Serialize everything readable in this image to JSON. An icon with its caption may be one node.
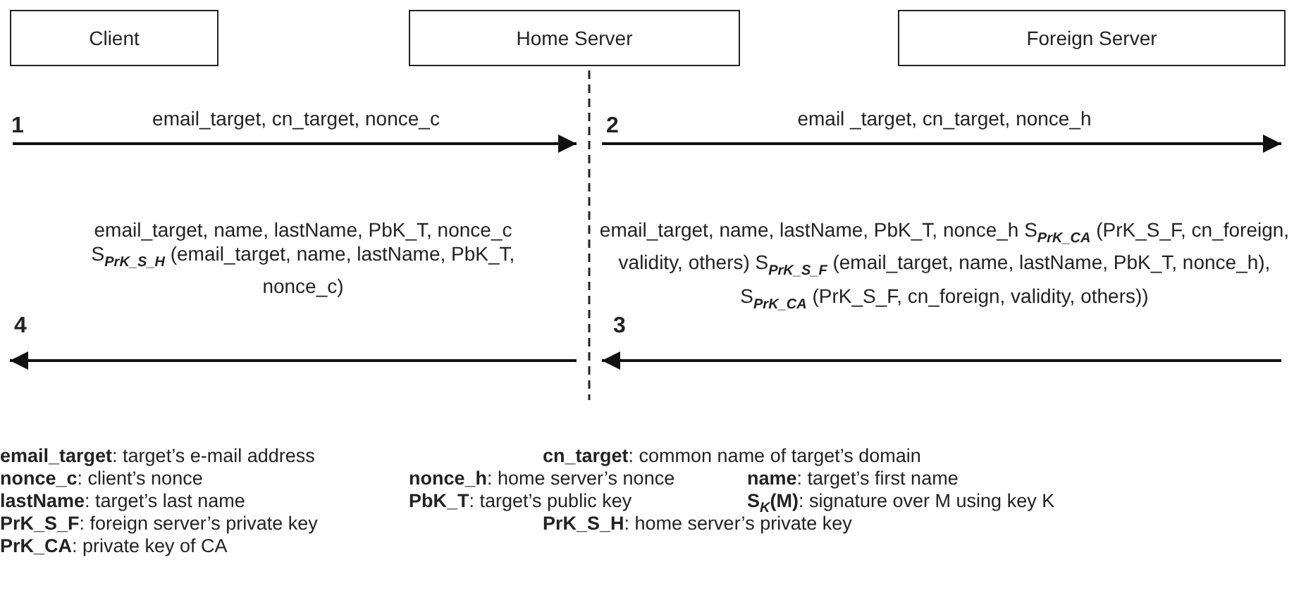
{
  "diagram": {
    "nodes": [
      {
        "text": [
          "Client"
        ]
      },
      {
        "text": [
          "Home Server"
        ]
      },
      {
        "text": [
          "Foreign Server"
        ]
      }
    ],
    "edges": [
      {
        "from": 0,
        "to": 1,
        "arrow": "to",
        "label": "email_target, cn_target, nonce_c"
      },
      {
        "from": 1,
        "to": 2,
        "arrow": "to",
        "label": "email _target, cn_target, nonce_h"
      },
      {
        "from": null,
        "to": 1,
        "arrow": "to",
        "label": "email_target, name, lastName, PbK_T, nonce_h S$_{PrK_CA}$ (PrK_S_F, cn_foreign, validity, others) S$_{PrK_S_F}$ (email_target, name, lastName, PbK_T, nonce_h), S$_{PrK_CA}$ (PrK_S_F, cn_foreign, validity, others))"
      },
      {
        "from": 1,
        "to": null,
        "arrow": "to",
        "label": "email_target, name, lastName, PbK_T, nonce_c S$_{PrK_S_H}$ (email_target, name, lastName, PbK_T, nonce_c)"
      }
    ],
    "labels": [
      "1",
      "2",
      "4",
      "3",
      "**email_target**: target’s e-mail address",
      "**cn_target**: common name of target’s domain",
      "**nonce_c**: client’s nonce",
      "**nonce_h**: home server’s nonce",
      "**name**: target’s first name",
      "**lastName**:  target’s last name",
      "**PbK_T**: target’s public key",
      "**S**$_{K}$**(M)**: signature over M using key K",
      "**PrK_S_F**: foreign server’s private key",
      "**PrK_S_H**: home server’s private key",
      "**PrK_CA**: private key of CA"
    ]
  }
}
